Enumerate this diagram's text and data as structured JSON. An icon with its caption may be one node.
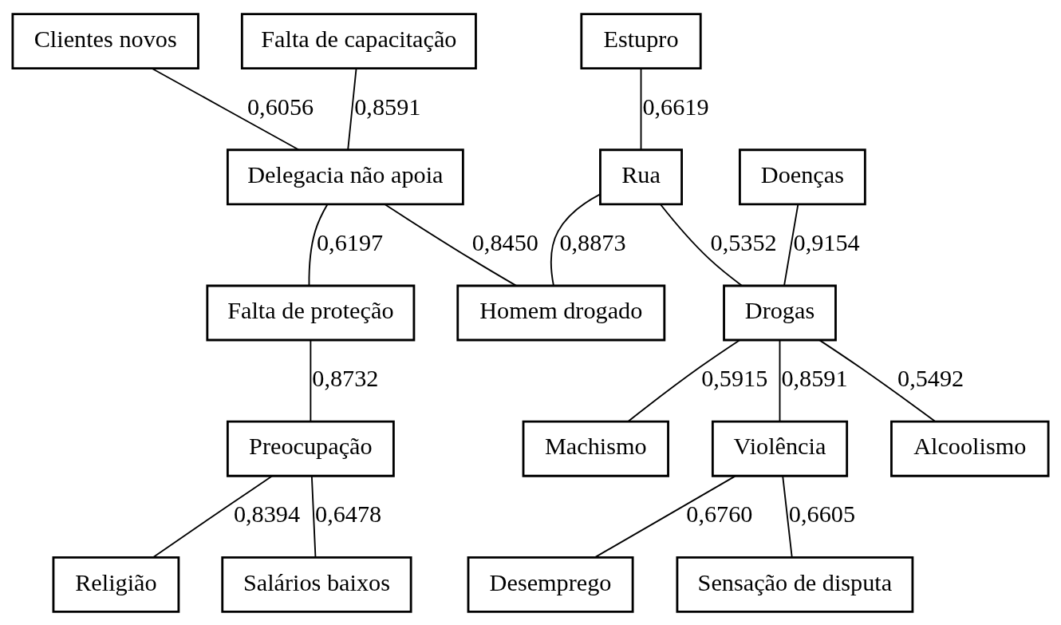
{
  "diagram": {
    "nodes": [
      {
        "text": [
          "Clientes novos"
        ]
      },
      {
        "text": [
          "Falta de capacitação"
        ]
      },
      {
        "text": [
          "Estupro"
        ]
      },
      {
        "text": [
          "Doenças"
        ]
      },
      {
        "text": [
          "Delegacia não apoia"
        ]
      },
      {
        "text": [
          "Rua"
        ]
      },
      {
        "text": [
          "Drogas"
        ]
      },
      {
        "text": [
          "Falta de proteção"
        ]
      },
      {
        "text": [
          "Homem drogado"
        ]
      },
      {
        "text": [
          "Machismo"
        ]
      },
      {
        "text": [
          "Violência"
        ]
      },
      {
        "text": [
          "Preocupação"
        ]
      },
      {
        "text": [
          "Alcoolismo"
        ]
      },
      {
        "text": [
          "Desemprego"
        ]
      },
      {
        "text": [
          "Religião"
        ]
      },
      {
        "text": [
          "Salários baixos"
        ]
      },
      {
        "text": [
          "Sensação de disputa"
        ]
      }
    ],
    "edges": [
      {
        "from": 0,
        "to": 4,
        "arrow": "none",
        "label": "0,6056"
      },
      {
        "from": 1,
        "to": 4,
        "arrow": "none",
        "label": "0,8591"
      },
      {
        "from": 2,
        "to": 5,
        "arrow": "none",
        "label": "0,6619"
      },
      {
        "from": 3,
        "to": 6,
        "arrow": "none",
        "label": "0,9154"
      },
      {
        "from": 5,
        "to": 6,
        "arrow": "none",
        "label": "0,5352"
      },
      {
        "from": 4,
        "to": 7,
        "arrow": "none",
        "label": "0,6197"
      },
      {
        "from": 4,
        "to": 8,
        "arrow": "none",
        "label": "0,8450"
      },
      {
        "from": 5,
        "to": 8,
        "arrow": "none",
        "label": "0,8873"
      },
      {
        "from": 6,
        "to": 9,
        "arrow": "none",
        "label": "0,5915"
      },
      {
        "from": 6,
        "to": 10,
        "arrow": "none",
        "label": "0,8591"
      },
      {
        "from": 6,
        "to": 12,
        "arrow": "none",
        "label": "0,5492"
      },
      {
        "from": 7,
        "to": 11,
        "arrow": "none",
        "label": "0,8732"
      },
      {
        "from": 11,
        "to": 14,
        "arrow": "none",
        "label": "0,8394"
      },
      {
        "from": 11,
        "to": 15,
        "arrow": "none",
        "label": "0,6478"
      },
      {
        "from": 10,
        "to": 13,
        "arrow": "none",
        "label": "0,6760"
      },
      {
        "from": 10,
        "to": 16,
        "arrow": "none",
        "label": "0,6605"
      }
    ]
  }
}
